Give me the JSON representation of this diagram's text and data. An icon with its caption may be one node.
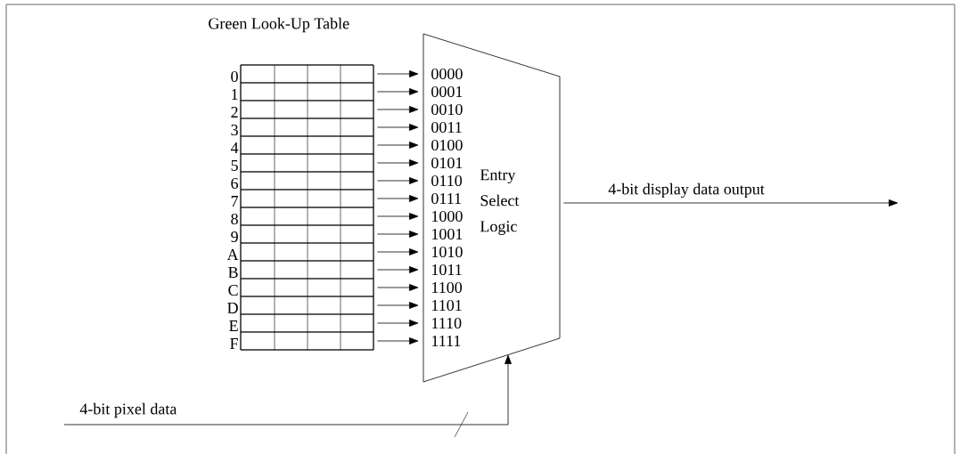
{
  "diagram": {
    "nodes": [
      {
        "text": [
          "Green Look-Up Table"
        ]
      },
      {
        "text": [],
        "shape": "box",
        "beside": [
          "0"
        ],
        "in": 0
      },
      {
        "text": [],
        "shape": "box",
        "beside": [
          "1"
        ],
        "in": 0
      },
      {
        "text": [],
        "shape": "box",
        "beside": [
          "2"
        ],
        "in": 0
      },
      {
        "text": [],
        "shape": "box",
        "beside": [
          "3"
        ],
        "in": 0
      },
      {
        "text": [],
        "shape": "box",
        "beside": [
          "4"
        ],
        "in": 0
      },
      {
        "text": [],
        "shape": "box",
        "beside": [
          "5"
        ],
        "in": 0
      },
      {
        "text": [],
        "shape": "box",
        "beside": [
          "6"
        ],
        "in": 0
      },
      {
        "text": [],
        "shape": "box",
        "beside": [
          "7"
        ],
        "in": 0
      },
      {
        "text": [],
        "shape": "box",
        "beside": [
          "8"
        ],
        "in": 0
      },
      {
        "text": [],
        "shape": "box",
        "beside": [
          "9"
        ],
        "in": 0
      },
      {
        "text": [],
        "shape": "box",
        "beside": [
          "A"
        ],
        "in": 0
      },
      {
        "text": [],
        "shape": "box",
        "beside": [
          "B"
        ],
        "in": 0
      },
      {
        "text": [],
        "shape": "box",
        "beside": [
          "C"
        ],
        "in": 0
      },
      {
        "text": [],
        "shape": "box",
        "beside": [
          "D"
        ],
        "in": 0
      },
      {
        "text": [],
        "shape": "box",
        "beside": [
          "E"
        ],
        "in": 0
      },
      {
        "text": [],
        "shape": "box",
        "beside": [
          "F"
        ],
        "in": 0
      },
      {
        "text": [
          "Entry Select Logic"
        ]
      },
      {
        "text": [
          "0000"
        ],
        "in": 17
      },
      {
        "text": [
          "0001"
        ],
        "in": 17
      },
      {
        "text": [
          "0010"
        ],
        "in": 17
      },
      {
        "text": [
          "0011"
        ],
        "in": 17
      },
      {
        "text": [
          "0100"
        ],
        "in": 17
      },
      {
        "text": [
          "0101"
        ],
        "in": 17
      },
      {
        "text": [
          "0110"
        ],
        "in": 17
      },
      {
        "text": [
          "0111"
        ],
        "in": 17
      },
      {
        "text": [
          "1000"
        ],
        "in": 17
      },
      {
        "text": [
          "1001"
        ],
        "in": 17
      },
      {
        "text": [
          "1010"
        ],
        "in": 17
      },
      {
        "text": [
          "1011"
        ],
        "in": 17
      },
      {
        "text": [
          "1100"
        ],
        "in": 17
      },
      {
        "text": [
          "1101"
        ],
        "in": 17
      },
      {
        "text": [
          "1110"
        ],
        "in": 17
      },
      {
        "text": [
          "1111"
        ],
        "in": 17
      }
    ],
    "edges": [
      {
        "from": 1,
        "to": 18,
        "arrow": "to"
      },
      {
        "from": 2,
        "to": 19,
        "arrow": "to"
      },
      {
        "from": 3,
        "to": 20,
        "arrow": "to"
      },
      {
        "from": 4,
        "to": 21,
        "arrow": "to"
      },
      {
        "from": 5,
        "to": 22,
        "arrow": "to"
      },
      {
        "from": 6,
        "to": 23,
        "arrow": "to"
      },
      {
        "from": 7,
        "to": 24,
        "arrow": "to"
      },
      {
        "from": 8,
        "to": 25,
        "arrow": "to"
      },
      {
        "from": 9,
        "to": 26,
        "arrow": "to"
      },
      {
        "from": 10,
        "to": 27,
        "arrow": "to"
      },
      {
        "from": 11,
        "to": 28,
        "arrow": "to"
      },
      {
        "from": 12,
        "to": 29,
        "arrow": "to"
      },
      {
        "from": 13,
        "to": 30,
        "arrow": "to"
      },
      {
        "from": 14,
        "to": 31,
        "arrow": "to"
      },
      {
        "from": 15,
        "to": 32,
        "arrow": "to"
      },
      {
        "from": 16,
        "to": 33,
        "arrow": "to"
      },
      {
        "from": 17,
        "to": null,
        "arrow": "to",
        "label": "4-bit display data output"
      },
      {
        "from": null,
        "to": 17,
        "arrow": "to",
        "label": "4-bit pixel data"
      }
    ]
  }
}
